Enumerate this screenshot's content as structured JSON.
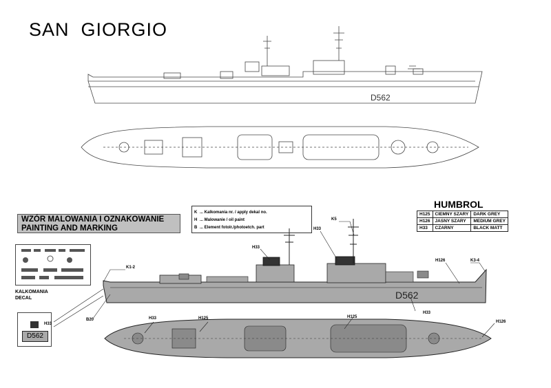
{
  "title": "SAN  GIORGIO",
  "hull_number": "D562",
  "inset_number": "D562",
  "painting_box": {
    "line1": "WZÓR MALOWANIA I OZNAKOWANIE",
    "line2": "PAINTING AND MARKING"
  },
  "legend": [
    {
      "key": "K",
      "text": "... Kalkomania nr. / apply dekal no."
    },
    {
      "key": "H",
      "text": "... Malowanie / oil paint"
    },
    {
      "key": "B",
      "text": "... Element fotolr./photoetch. part"
    }
  ],
  "humbrol": {
    "title": "HUMBROL",
    "rows": [
      {
        "code": "H125",
        "pl": "CIEMNY SZARY",
        "en": "DARK GREY"
      },
      {
        "code": "H126",
        "pl": "JASNY SZARY",
        "en": "MEDIUM GREY"
      },
      {
        "code": "H33",
        "pl": "CZARNY",
        "en": "BLACK MATT"
      }
    ]
  },
  "decal": {
    "label1": "KALKOMANIA",
    "label2": "DECAL"
  },
  "callouts": {
    "k1_2": "K1-2",
    "k3_4": "K3-4",
    "k5": "K5",
    "h33_a": "H33",
    "h33_b": "H33",
    "h33_c": "H33",
    "h33_d": "H33",
    "h33_inset": "H33",
    "h126_side": "H126",
    "h126_top": "H126",
    "h125_a": "H125",
    "h125_b": "H125",
    "b20": "B20"
  },
  "colors": {
    "medium_grey": "#a9a9a9",
    "dark_grey": "#8a8a8a",
    "black": "#222222",
    "box_fill": "#c0c0c0"
  }
}
